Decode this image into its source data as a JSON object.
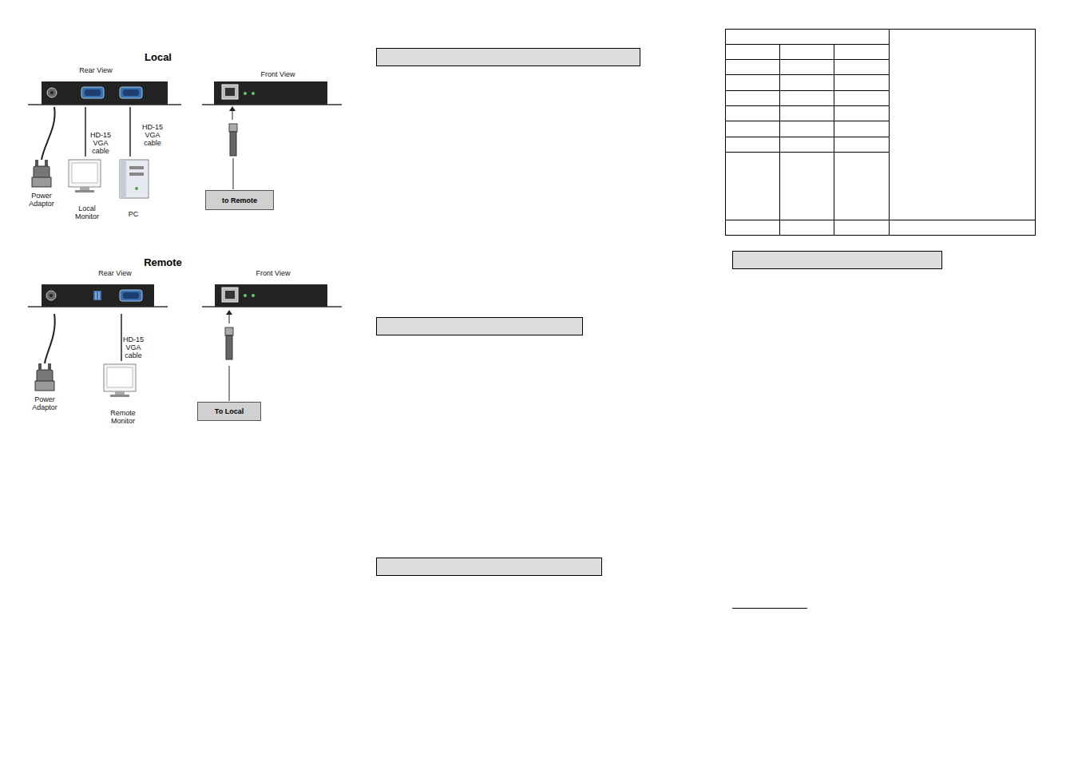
{
  "diagram": {
    "nodes": [
      {
        "text": [
          "to Remote"
        ]
      },
      {
        "text": [
          "To Local"
        ]
      }
    ],
    "labels": [
      "Local",
      "Rear View",
      "Front View",
      "HD-15 VGA cable",
      "HD-15 VGA cable",
      "Power Adaptor",
      "Local Monitor",
      "PC",
      "Remote",
      "Rear View",
      "Front View",
      "HD-15 VGA cable",
      "Power Adaptor",
      "Remote Monitor"
    ]
  }
}
